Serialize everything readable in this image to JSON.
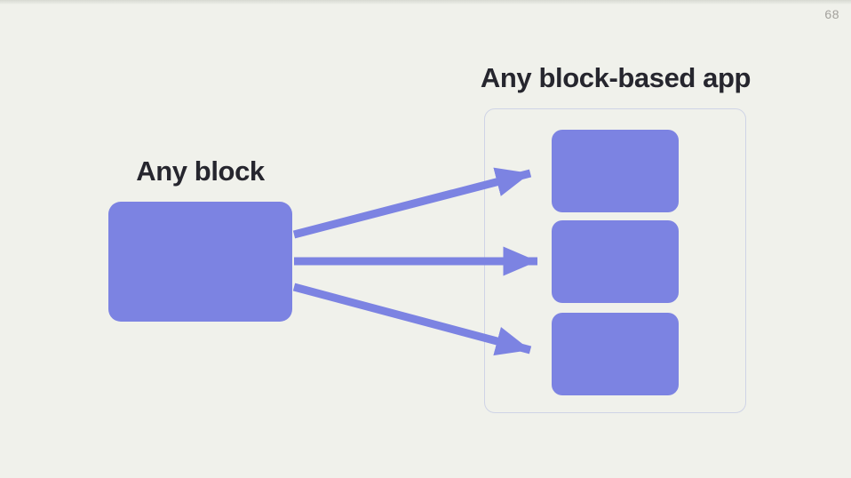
{
  "page": {
    "number": "68"
  },
  "diagram": {
    "source_block": {
      "label": "Any block"
    },
    "target_app": {
      "title": "Any block-based app",
      "block_count": 3
    },
    "arrows": [
      {
        "from": "any-block",
        "to": "app-block-1"
      },
      {
        "from": "any-block",
        "to": "app-block-2"
      },
      {
        "from": "any-block",
        "to": "app-block-3"
      }
    ],
    "colors": {
      "block_fill": "#7c83e2",
      "arrow": "#7c83e2",
      "container_border": "#cfd4e6",
      "title_text": "#26262e",
      "page_number_text": "#a3a19c",
      "background": "#f0f1eb"
    }
  }
}
